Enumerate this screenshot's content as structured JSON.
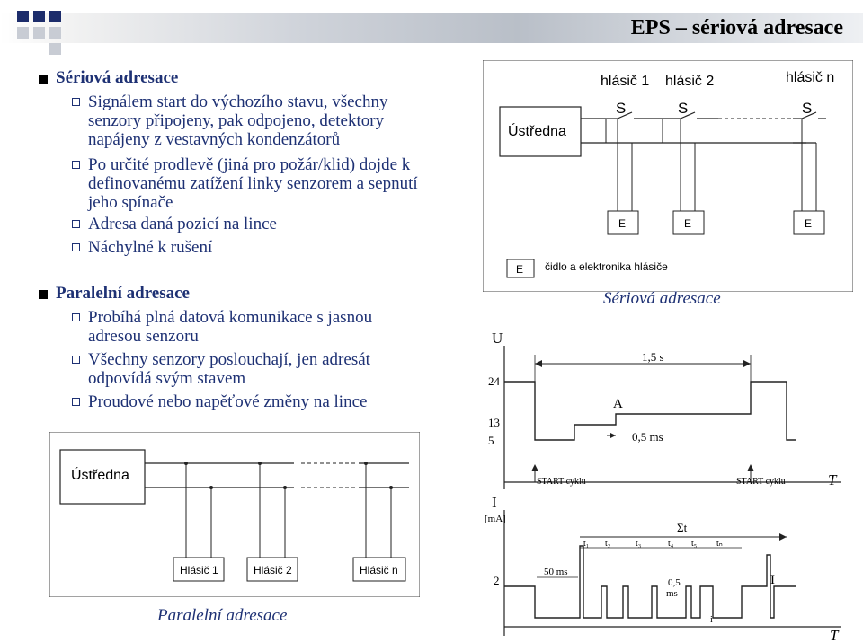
{
  "slide_title": "EPS – sériová adresace",
  "sections": [
    {
      "heading": "Sériová adresace",
      "bullets": [
        [
          "Signálem start do výchozího stavu, všechny",
          "senzory připojeny, pak odpojeno, detektory",
          "napájeny z vestavných kondenzátorů"
        ],
        [
          "Po určité prodlevě (jiná pro požár/klid) dojde k",
          "definovanému zatížení linky senzorem a sepnutí",
          "jeho spínače"
        ],
        [
          "Adresa daná pozicí na lince"
        ],
        [
          "Náchylné k rušení"
        ]
      ]
    },
    {
      "heading": "Paralelní adresace",
      "bullets": [
        [
          "Probíhá plná datová komunikace s jasnou",
          "adresou senzoru"
        ],
        [
          "Všechny senzory poslouchají, jen adresát",
          "odpovídá svým stavem"
        ],
        [
          "Proudové nebo napěťové změny na lince"
        ]
      ]
    }
  ],
  "serial_diagram": {
    "central": "Ústředna",
    "detectors": [
      "hlásič 1",
      "hlásič 2",
      "hlásič n"
    ],
    "switch_label": "S",
    "unit_label": "E",
    "legend_label": "čidlo a elektronika hlásiče",
    "caption": "Sériová adresace"
  },
  "parallel_diagram": {
    "central": "Ústředna",
    "detectors": [
      "Hlásič 1",
      "Hlásič 2",
      "Hlásič n"
    ],
    "caption": "Paralelní adresace"
  },
  "voltage_graph": {
    "y_axis": "U",
    "x_axis": "T",
    "levels": [
      "24",
      "13",
      "5"
    ],
    "period": "1,5 s",
    "point_a": "A",
    "pulse": "0,5 ms",
    "start_left": "START cyklu",
    "start_right": "START cyklu"
  },
  "current_graph": {
    "y_axis": "I",
    "y_unit": "[mA]",
    "x_axis": "T",
    "level": "2",
    "sum": "Σt",
    "t_labels": [
      "t₁",
      "t₂",
      "t₃",
      "t₄",
      "t₅",
      "tₙ"
    ],
    "ms50": "50 ms",
    "ms05a": "0,5",
    "ms05b": "ms",
    "i_mark": "I",
    "i_small": "i"
  }
}
